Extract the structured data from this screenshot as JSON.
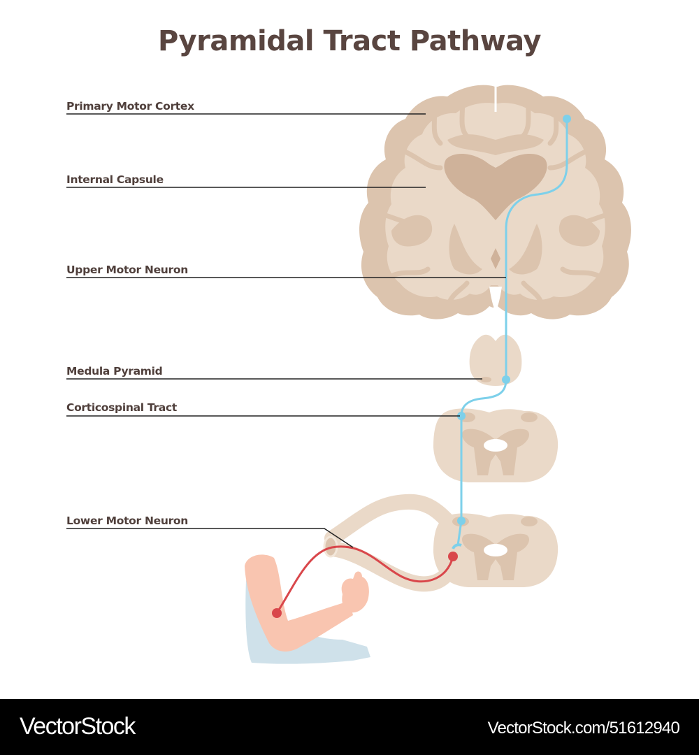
{
  "title": "Pyramidal Tract Pathway",
  "labels": [
    {
      "id": "primary-motor-cortex",
      "text": "Primary Motor Cortex"
    },
    {
      "id": "internal-capsule",
      "text": "Internal Capsule"
    },
    {
      "id": "upper-motor-neuron",
      "text": "Upper Motor Neuron"
    },
    {
      "id": "medula-pyramid",
      "text": "Medula Pyramid"
    },
    {
      "id": "corticospinal-tract",
      "text": "Corticospinal Tract"
    },
    {
      "id": "lower-motor-neuron",
      "text": "Lower Motor Neuron"
    }
  ],
  "colors": {
    "title_text": "#594540",
    "label_text": "#4f3f3b",
    "leader_line": "#222222",
    "tissue_light": "#ead9c8",
    "tissue_mid": "#dcc4ae",
    "tissue_dark": "#cfb29a",
    "upper_neuron": "#7dd0ea",
    "lower_neuron": "#d9474b",
    "arm_skin": "#f9c5b0",
    "arm_shadow": "#cfe1ea",
    "footer_bg": "#000000"
  },
  "footer": {
    "brand": "VectorStock",
    "url": "VectorStock.com/51612940"
  }
}
